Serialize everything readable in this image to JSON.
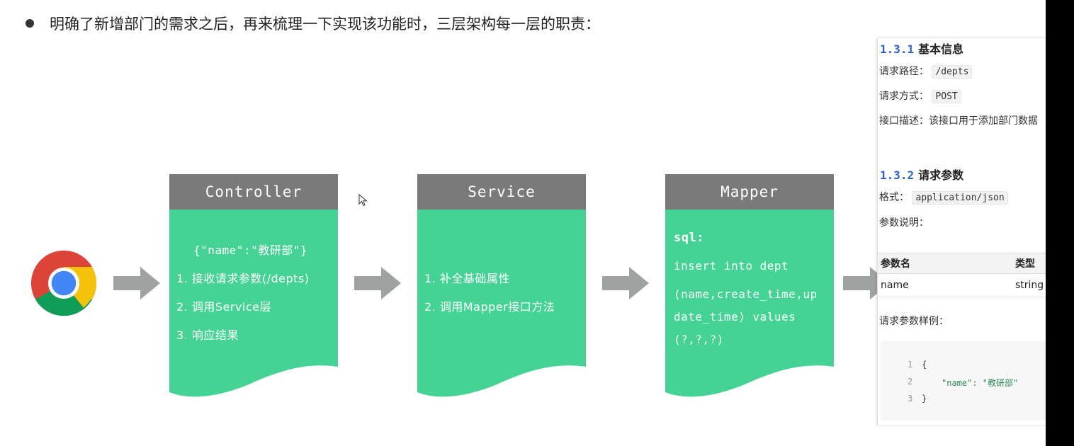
{
  "heading": "明确了新增部门的需求之后，再来梳理一下实现该功能时，三层架构每一层的职责：",
  "icons": {
    "browser": "chrome-logo-icon",
    "arrow": "right-arrow-icon",
    "cursor": "mouse-cursor-icon"
  },
  "colors": {
    "layer_header": "#7a7a7a",
    "layer_body": "#44d394",
    "arrow": "#9ea2a0",
    "section_number": "#2a62c9"
  },
  "layers": [
    {
      "title": "Controller",
      "lines": [
        "{\"name\":\"教研部\"}",
        "1. 接收请求参数(/depts)",
        "2. 调用Service层",
        "3. 响应结果"
      ]
    },
    {
      "title": "Service",
      "lines": [
        "1. 补全基础属性",
        "2. 调用Mapper接口方法"
      ]
    },
    {
      "title": "Mapper",
      "lines": [
        "sql:",
        "insert into dept",
        "(name,create_time,up",
        "date_time) values",
        "(?,?,?)"
      ]
    }
  ],
  "doc": {
    "section1": {
      "number": "1.3.1",
      "title": "基本信息"
    },
    "path_label": "请求路径：",
    "path_value": "/depts",
    "method_label": "请求方式：",
    "method_value": "POST",
    "desc_label": "接口描述：",
    "desc_value": "该接口用于添加部门数据",
    "section2": {
      "number": "1.3.2",
      "title": "请求参数"
    },
    "format_label": "格式：",
    "format_value": "application/json",
    "param_desc_label": "参数说明：",
    "table": {
      "headers": [
        "参数名",
        "类型"
      ],
      "rows": [
        [
          "name",
          "string"
        ]
      ]
    },
    "sample_label": "请求参数样例：",
    "code_lines": [
      "{",
      "\"name\": \"教研部\"",
      "}"
    ]
  }
}
